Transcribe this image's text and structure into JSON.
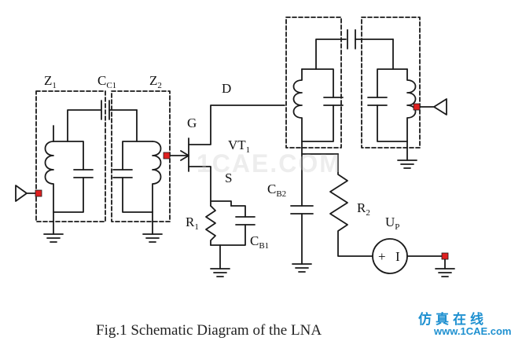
{
  "labels": {
    "z1": "Z",
    "z1_sub": "1",
    "cc1": "C",
    "cc1_sub": "C1",
    "z2": "Z",
    "z2_sub": "2",
    "d": "D",
    "g": "G",
    "vt": "VT",
    "vt_sub": "1",
    "s": "S",
    "cb2": "C",
    "cb2_sub": "B2",
    "r1": "R",
    "r1_sub": "1",
    "cb1": "C",
    "cb1_sub": "B1",
    "r2": "R",
    "r2_sub": "2",
    "up": "U",
    "up_sub": "P",
    "plus": "+",
    "minus": "I"
  },
  "caption": "Fig.1 Schematic Diagram of the LNA",
  "watermark": {
    "center": "1CAE.COM",
    "corner_text": "仿真在线",
    "corner_url": "www.1CAE.com"
  },
  "colors": {
    "line": "#1a1a1a",
    "terminal": "#e02020",
    "watermark": "#1e90d0"
  }
}
